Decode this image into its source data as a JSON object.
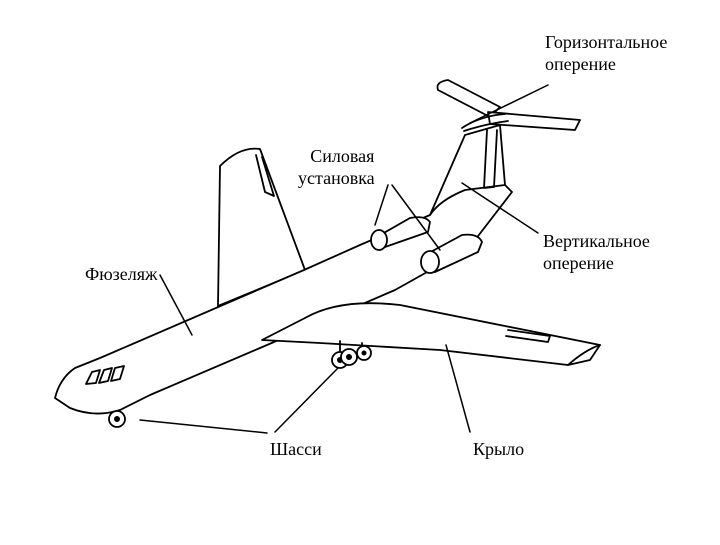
{
  "labels": {
    "horizontal_tail_line1": "Горизонтальное",
    "horizontal_tail_line2": "оперение",
    "power_plant_line1": "Силовая",
    "power_plant_line2": "установка",
    "vertical_tail_line1": "Вертикальное",
    "vertical_tail_line2": "оперение",
    "fuselage": "Фюзеляж",
    "landing_gear": "Шасси",
    "wing": "Крыло"
  },
  "colors": {
    "line": "#000000",
    "background": "#ffffff"
  }
}
